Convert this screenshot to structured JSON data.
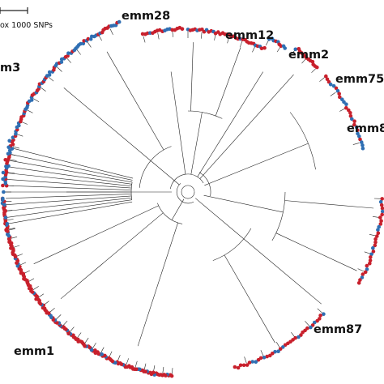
{
  "scale_bar": {
    "label": "ox 1000 SNPs"
  },
  "clades": [
    {
      "id": "emm28",
      "label": "emm28"
    },
    {
      "id": "emm12",
      "label": "emm12"
    },
    {
      "id": "emm2",
      "label": "emm2"
    },
    {
      "id": "emm75",
      "label": "emm75"
    },
    {
      "id": "emm89",
      "label": "emm8"
    },
    {
      "id": "emm3",
      "label": "m3"
    },
    {
      "id": "emm87",
      "label": "emm87"
    },
    {
      "id": "emm1",
      "label": "emm1"
    }
  ],
  "colors": {
    "red": "#c8202c",
    "blue": "#2f6fb3",
    "branch": "#222222"
  }
}
